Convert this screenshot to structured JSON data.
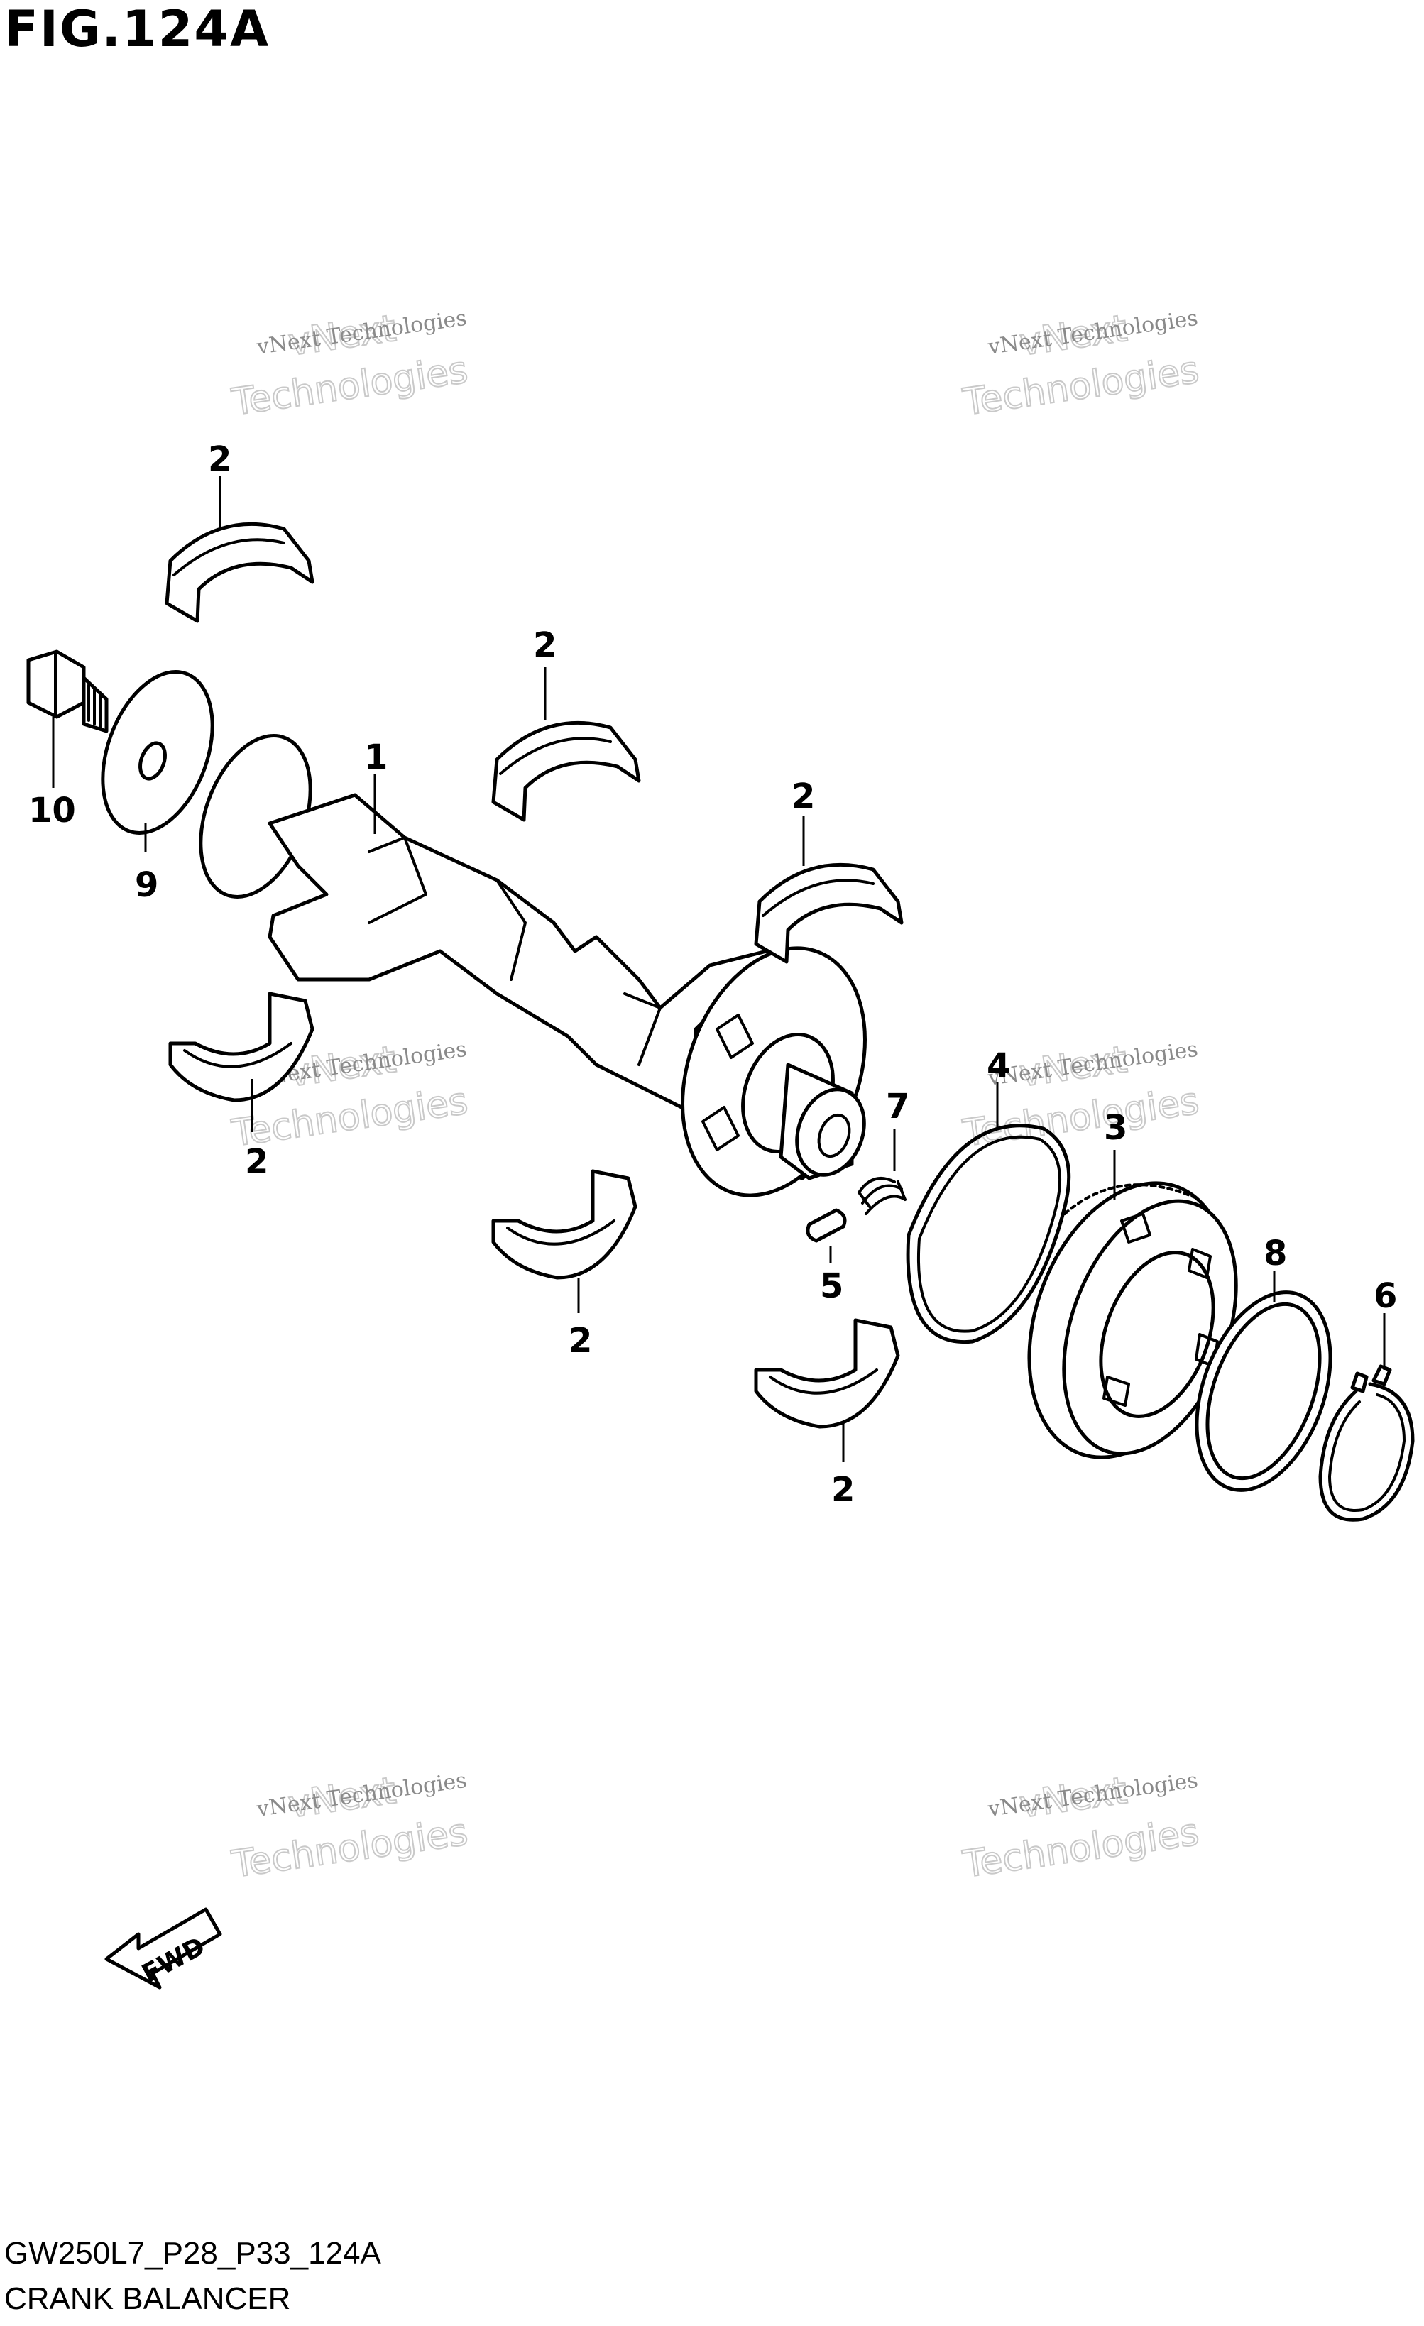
{
  "figure": {
    "title": "FIG.124A",
    "code": "GW250L7_P28_P33_124A",
    "name": "CRANK BALANCER"
  },
  "watermark": {
    "line1": "vNext Technologies",
    "line2": "vNext",
    "line3": "Technologies"
  },
  "direction_marker": "FWD",
  "callouts": {
    "c1": "1",
    "c2a": "2",
    "c2b": "2",
    "c2c": "2",
    "c2d": "2",
    "c2e": "2",
    "c2f": "2",
    "c3": "3",
    "c4": "4",
    "c5": "5",
    "c6": "6",
    "c7": "7",
    "c8": "8",
    "c9": "9",
    "c10": "10"
  }
}
